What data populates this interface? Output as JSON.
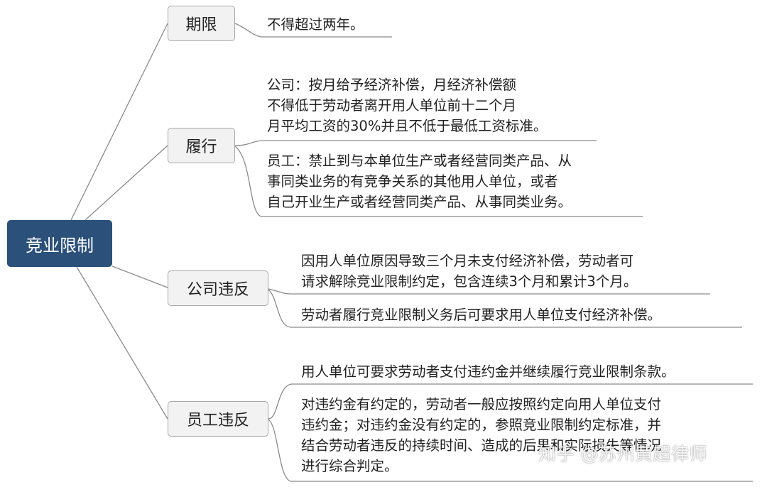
{
  "diagram": {
    "root": "竞业限制",
    "branches": [
      {
        "label": "期限",
        "leaves": [
          {
            "lines": [
              "不得超过两年。"
            ]
          }
        ]
      },
      {
        "label": "履行",
        "leaves": [
          {
            "lines": [
              "公司：按月给予经济补偿，月经济补偿额",
              "不得低于劳动者离开用人单位前十二个月",
              "月平均工资的30%并且不低于最低工资标准。"
            ]
          },
          {
            "lines": [
              "员工：禁止到与本单位生产或者经营同类产品、从",
              "事同类业务的有竞争关系的其他用人单位，或者",
              "自己开业生产或者经营同类产品、从事同类业务。"
            ]
          }
        ]
      },
      {
        "label": "公司违反",
        "leaves": [
          {
            "lines": [
              "因用人单位原因导致三个月未支付经济补偿，劳动者可",
              "请求解除竞业限制约定，包含连续3个月和累计3个月。"
            ]
          },
          {
            "lines": [
              "劳动者履行竞业限制义务后可要求用人单位支付经济补偿。"
            ]
          }
        ]
      },
      {
        "label": "员工违反",
        "leaves": [
          {
            "lines": [
              "用人单位可要求劳动者支付违约金并继续履行竞业限制条款。"
            ]
          },
          {
            "lines": [
              "对违约金有约定的，劳动者一般应按照约定向用人单位支付",
              "违约金；对违约金没有约定的，参照竞业限制约定标准，并",
              "结合劳动者违反的持续时间、造成的后果和实际损失等情况",
              "进行综合判定。"
            ]
          }
        ]
      }
    ],
    "watermark": "知乎 @苏州黄超律师",
    "colors": {
      "root_fill": "#2b5079",
      "branch_fill": "#f2f2f2",
      "line": "#888888"
    }
  }
}
